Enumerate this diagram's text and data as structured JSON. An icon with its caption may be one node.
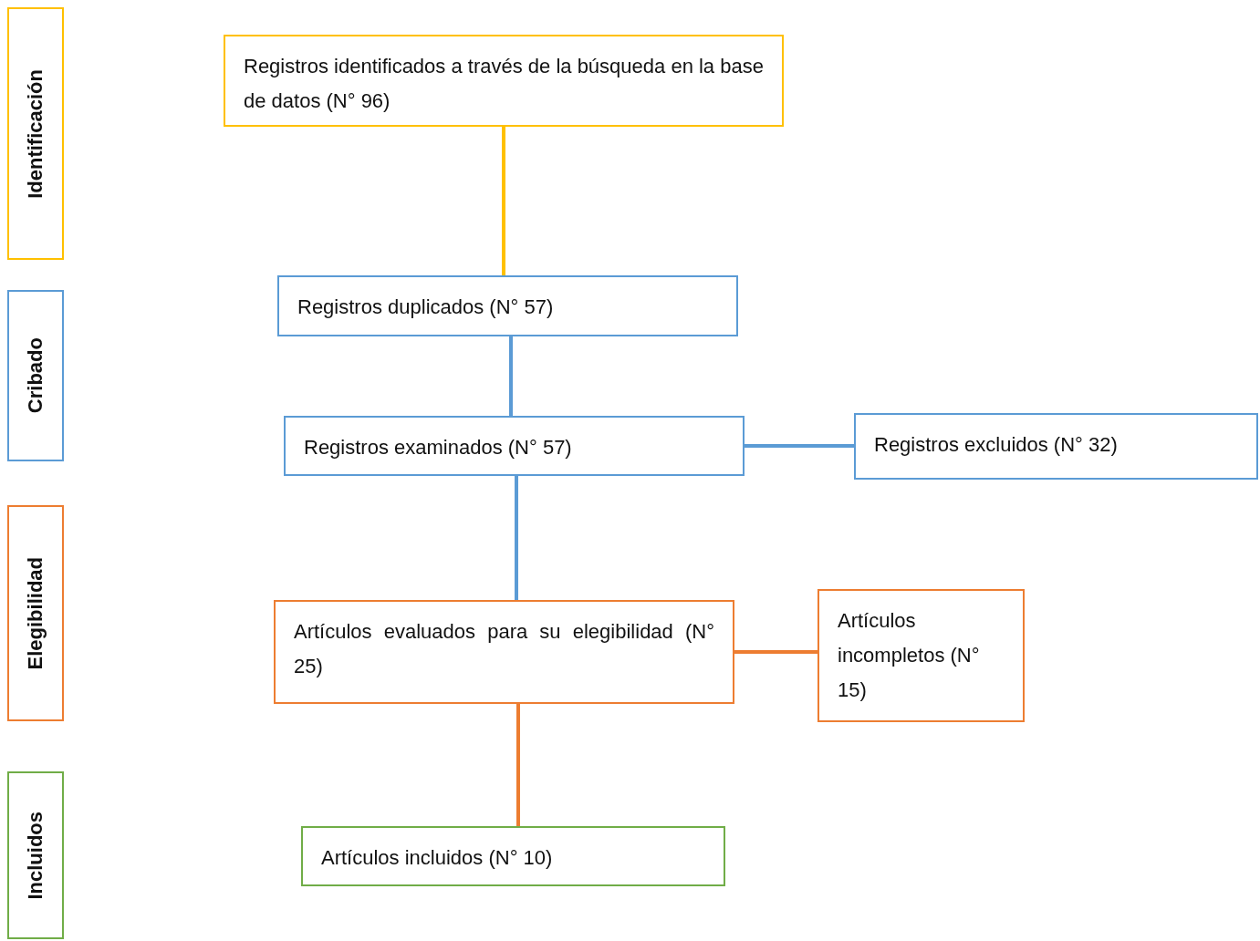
{
  "diagram": {
    "nodes": [
      {
        "text": [
          "Identificación"
        ]
      },
      {
        "text": [
          "Cribado"
        ]
      },
      {
        "text": [
          "Elegibilidad"
        ]
      },
      {
        "text": [
          "Incluidos"
        ]
      },
      {
        "text": [
          "Registros identificados a través de la búsqueda en la base de datos (N° 96)"
        ]
      },
      {
        "text": [
          "Registros duplicados (N° 57)"
        ]
      },
      {
        "text": [
          "Registros examinados (N° 57)"
        ]
      },
      {
        "text": [
          "Registros excluidos (N° 32)"
        ]
      },
      {
        "text": [
          "Artículos evaluados para su elegibilidad (N° 25)"
        ]
      },
      {
        "text": [
          "Artículos incompletos (N° 15)"
        ]
      },
      {
        "text": [
          "Artículos incluidos (N° 10)"
        ]
      }
    ],
    "edges": [
      {
        "from": 4,
        "to": 5,
        "arrow": "none",
        "color": "#ffc000"
      },
      {
        "from": 5,
        "to": 6,
        "arrow": "none",
        "color": "#5b9bd5"
      },
      {
        "from": 6,
        "to": 7,
        "arrow": "none",
        "color": "#5b9bd5"
      },
      {
        "from": 6,
        "to": 8,
        "arrow": "none",
        "color": "#5b9bd5"
      },
      {
        "from": 8,
        "to": 9,
        "arrow": "none",
        "color": "#ed7d31"
      },
      {
        "from": 8,
        "to": 10,
        "arrow": "none",
        "color": "#ed7d31"
      }
    ]
  }
}
